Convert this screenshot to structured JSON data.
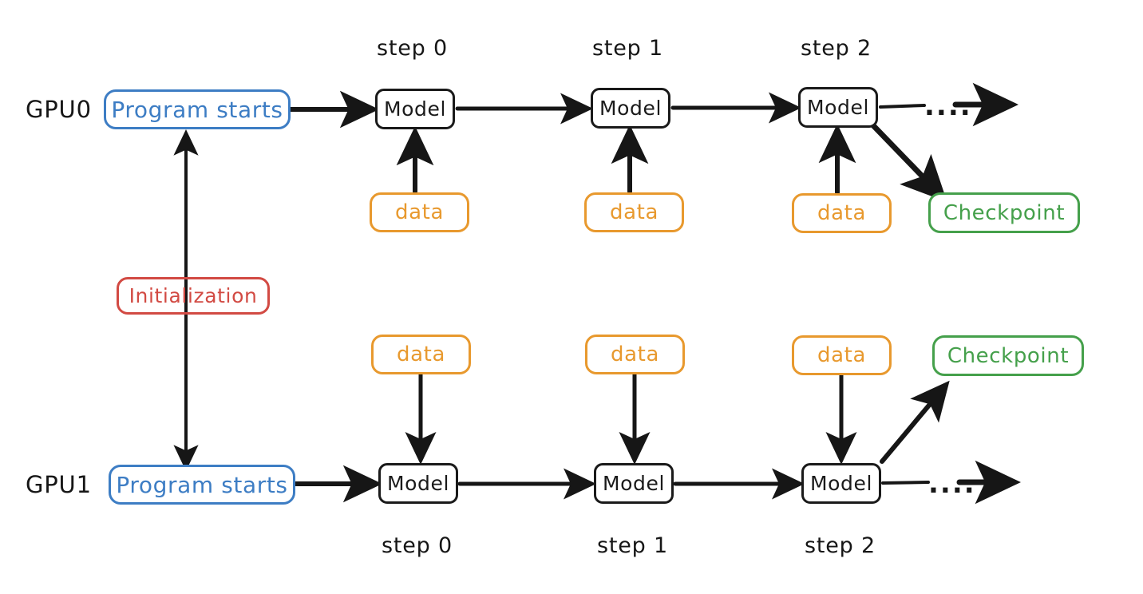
{
  "diagram": {
    "title_text": "",
    "background": "#ffffff",
    "colors": {
      "blue": "#3d7dc4",
      "orange": "#e8992e",
      "green": "#45a04b",
      "red": "#d24a43",
      "black": "#161616"
    }
  },
  "rows": {
    "gpu0": {
      "label": "GPU0"
    },
    "gpu1": {
      "label": "GPU1"
    }
  },
  "nodes": {
    "program_starts_gpu0": {
      "label": "Program starts"
    },
    "program_starts_gpu1": {
      "label": "Program starts"
    },
    "initialization": {
      "label": "Initialization"
    },
    "model_gpu0_step0": {
      "label": "Model"
    },
    "model_gpu0_step1": {
      "label": "Model"
    },
    "model_gpu0_step2": {
      "label": "Model"
    },
    "model_gpu1_step0": {
      "label": "Model"
    },
    "model_gpu1_step1": {
      "label": "Model"
    },
    "model_gpu1_step2": {
      "label": "Model"
    },
    "data_gpu0_step0": {
      "label": "data"
    },
    "data_gpu0_step1": {
      "label": "data"
    },
    "data_gpu0_step2": {
      "label": "data"
    },
    "data_gpu1_step0": {
      "label": "data"
    },
    "data_gpu1_step1": {
      "label": "data"
    },
    "data_gpu1_step2": {
      "label": "data"
    },
    "checkpoint_gpu0": {
      "label": "Checkpoint"
    },
    "checkpoint_gpu1": {
      "label": "Checkpoint"
    }
  },
  "step_labels": {
    "gpu0": [
      "step 0",
      "step 1",
      "step 2"
    ],
    "gpu1": [
      "step 0",
      "step 1",
      "step 2"
    ]
  },
  "continuation": {
    "gpu0_dots": "....",
    "gpu1_dots": "...."
  }
}
